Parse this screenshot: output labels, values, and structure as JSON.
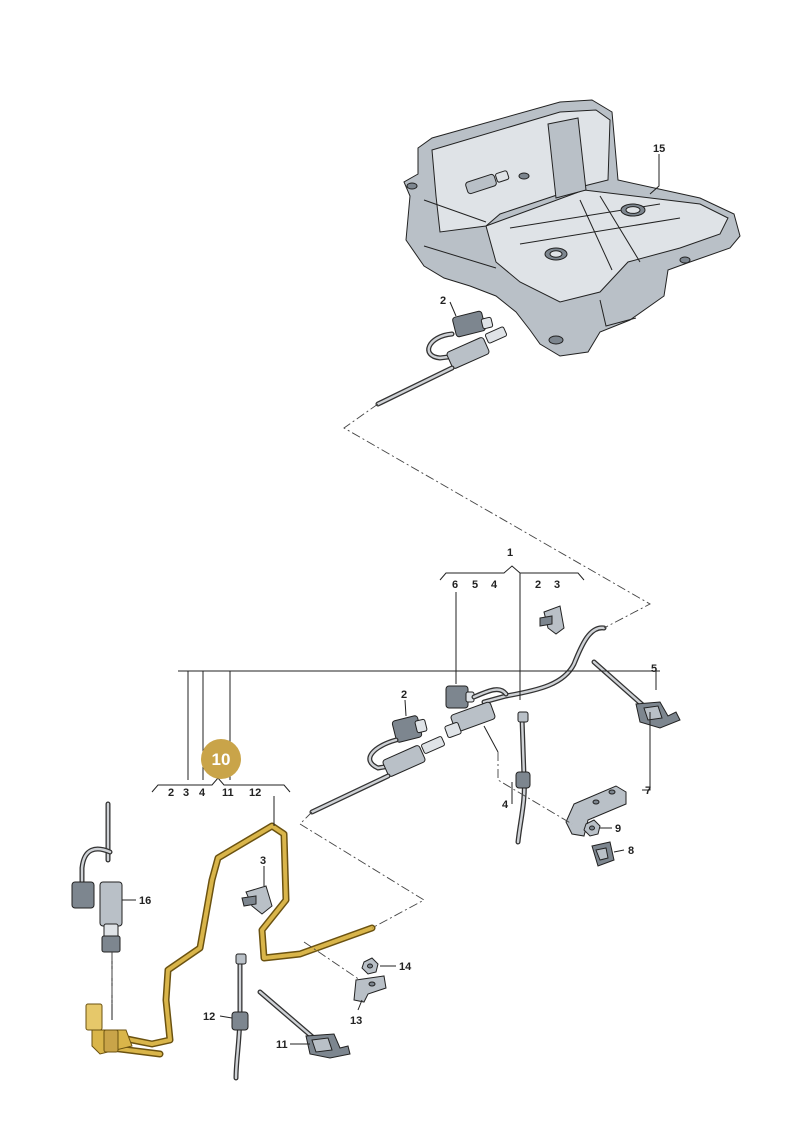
{
  "callouts": {
    "p15": "15",
    "p2_top": "2",
    "p1": "1",
    "p6": "6",
    "p5_grp": "5",
    "p4_grp": "4",
    "p2_grp": "2",
    "p3_grp": "3",
    "p5": "5",
    "p2_mid": "2",
    "p10": "10",
    "p2_low": "2",
    "p3_low": "3",
    "p4_low": "4",
    "p11_low": "11",
    "p12_low": "12",
    "p4_mid": "4",
    "p7": "7",
    "p9": "9",
    "p8": "8",
    "p3_mid": "3",
    "p16": "16",
    "p14": "14",
    "p13": "13",
    "p12": "12",
    "p11": "11"
  },
  "colors": {
    "highlight": "#d9b54a",
    "badge": "#c9a449",
    "tank": "#b9c1c9",
    "line": "#222222"
  }
}
